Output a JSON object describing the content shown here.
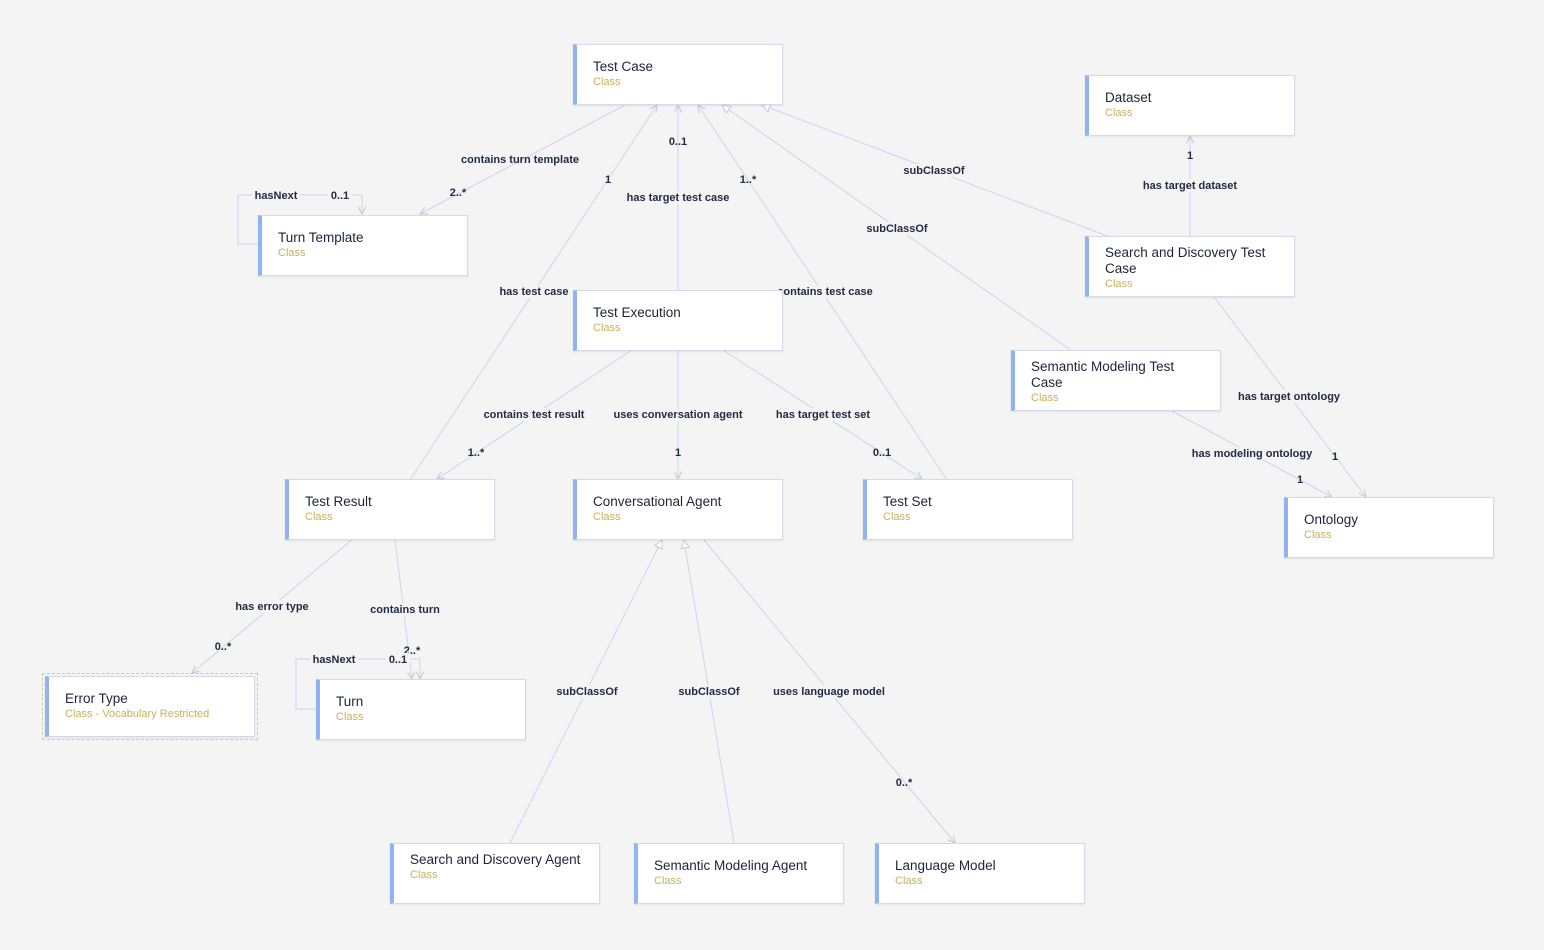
{
  "nodes": {
    "test_case": {
      "title": "Test Case",
      "subtitle": "Class"
    },
    "dataset": {
      "title": "Dataset",
      "subtitle": "Class"
    },
    "turn_template": {
      "title": "Turn Template",
      "subtitle": "Class"
    },
    "test_execution": {
      "title": "Test Execution",
      "subtitle": "Class"
    },
    "search_discovery_test_case": {
      "title": "Search and Discovery Test Case",
      "subtitle": "Class"
    },
    "semantic_modeling_test_case": {
      "title": "Semantic Modeling Test Case",
      "subtitle": "Class"
    },
    "test_result": {
      "title": "Test Result",
      "subtitle": "Class"
    },
    "conversational_agent": {
      "title": "Conversational Agent",
      "subtitle": "Class"
    },
    "test_set": {
      "title": "Test Set",
      "subtitle": "Class"
    },
    "ontology": {
      "title": "Ontology",
      "subtitle": "Class"
    },
    "error_type": {
      "title": "Error Type",
      "subtitle": "Class - Vocabulary Restricted"
    },
    "turn": {
      "title": "Turn",
      "subtitle": "Class"
    },
    "search_discovery_agent": {
      "title": "Search and Discovery Agent",
      "subtitle": "Class"
    },
    "semantic_modeling_agent": {
      "title": "Semantic Modeling Agent",
      "subtitle": "Class"
    },
    "language_model": {
      "title": "Language Model",
      "subtitle": "Class"
    }
  },
  "edges": {
    "contains_turn_template": {
      "label": "contains turn template",
      "target_mult": "2..*"
    },
    "turn_template_has_next": {
      "label": "hasNext",
      "target_mult": "0..1"
    },
    "has_test_case": {
      "label": "has test case",
      "target_mult": "1"
    },
    "has_target_test_case": {
      "label": "has target test case",
      "target_mult": "0..1"
    },
    "contains_test_case": {
      "label": "contains test case",
      "target_mult": "1..*"
    },
    "subclass_search_test_case": {
      "label": "subClassOf"
    },
    "subclass_semantic_test_case": {
      "label": "subClassOf"
    },
    "has_target_dataset": {
      "label": "has target dataset",
      "target_mult": "1"
    },
    "contains_test_result": {
      "label": "contains test result",
      "target_mult": "1..*"
    },
    "uses_conversation_agent": {
      "label": "uses conversation agent",
      "target_mult": "1"
    },
    "has_target_test_set": {
      "label": "has target test set",
      "target_mult": "0..1"
    },
    "has_target_ontology": {
      "label": "has target ontology",
      "target_mult": "1"
    },
    "has_modeling_ontology": {
      "label": "has modeling ontology",
      "target_mult": "1"
    },
    "has_error_type": {
      "label": "has error type",
      "target_mult": "0..*"
    },
    "contains_turn": {
      "label": "contains turn",
      "target_mult": "2..*"
    },
    "turn_has_next": {
      "label": "hasNext",
      "target_mult": "0..1"
    },
    "subclass_search_agent": {
      "label": "subClassOf"
    },
    "subclass_semantic_agent": {
      "label": "subClassOf"
    },
    "uses_language_model": {
      "label": "uses language model",
      "target_mult": "0..*"
    }
  }
}
